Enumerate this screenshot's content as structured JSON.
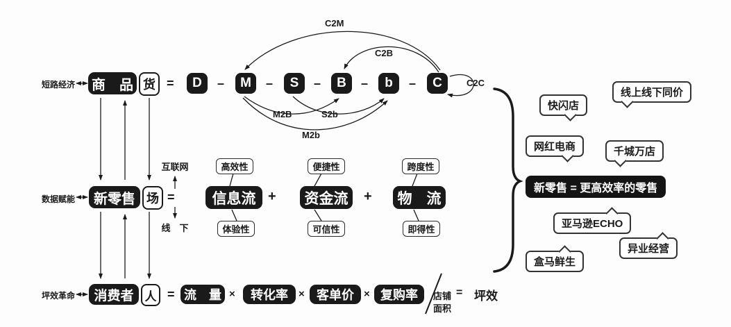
{
  "symbols": {
    "equals": "=",
    "plus": "+",
    "times": "×",
    "dash": "–"
  },
  "row1": {
    "side_label": "短路经济",
    "subject": "商　品",
    "element": "货",
    "letters": [
      "D",
      "M",
      "S",
      "B",
      "b",
      "C"
    ],
    "arcs": {
      "c2m": "C2M",
      "c2b": "C2B",
      "c2c": "C2C",
      "m2b_upper": "M2B",
      "s2b": "S2b",
      "m2b_lower": "M2b"
    }
  },
  "row2": {
    "side_label": "数据赋能",
    "subject": "新零售",
    "element": "场",
    "online": "互联网",
    "offline": "线　下",
    "flows": [
      {
        "name": "信息流",
        "top": "高效性",
        "bottom": "体验性"
      },
      {
        "name": "资金流",
        "top": "便捷性",
        "bottom": "可信性"
      },
      {
        "name": "物　流",
        "top": "跨度性",
        "bottom": "即得性"
      }
    ]
  },
  "row3": {
    "side_label": "坪效革命",
    "subject": "消费者",
    "element": "人",
    "factors": [
      "流　量",
      "转化率",
      "客单价",
      "复购率"
    ],
    "denominator": [
      "店铺",
      "面积"
    ],
    "result": "坪效"
  },
  "right": {
    "banner": "新零售 = 更高效率的零售",
    "bubbles": [
      "快闪店",
      "线上线下同价",
      "网红电商",
      "千城万店",
      "亚马逊ECHO",
      "异业经营",
      "盒马鲜生"
    ]
  },
  "colors": {
    "ink": "#1a1a1a",
    "background": "#fdfdfd"
  }
}
